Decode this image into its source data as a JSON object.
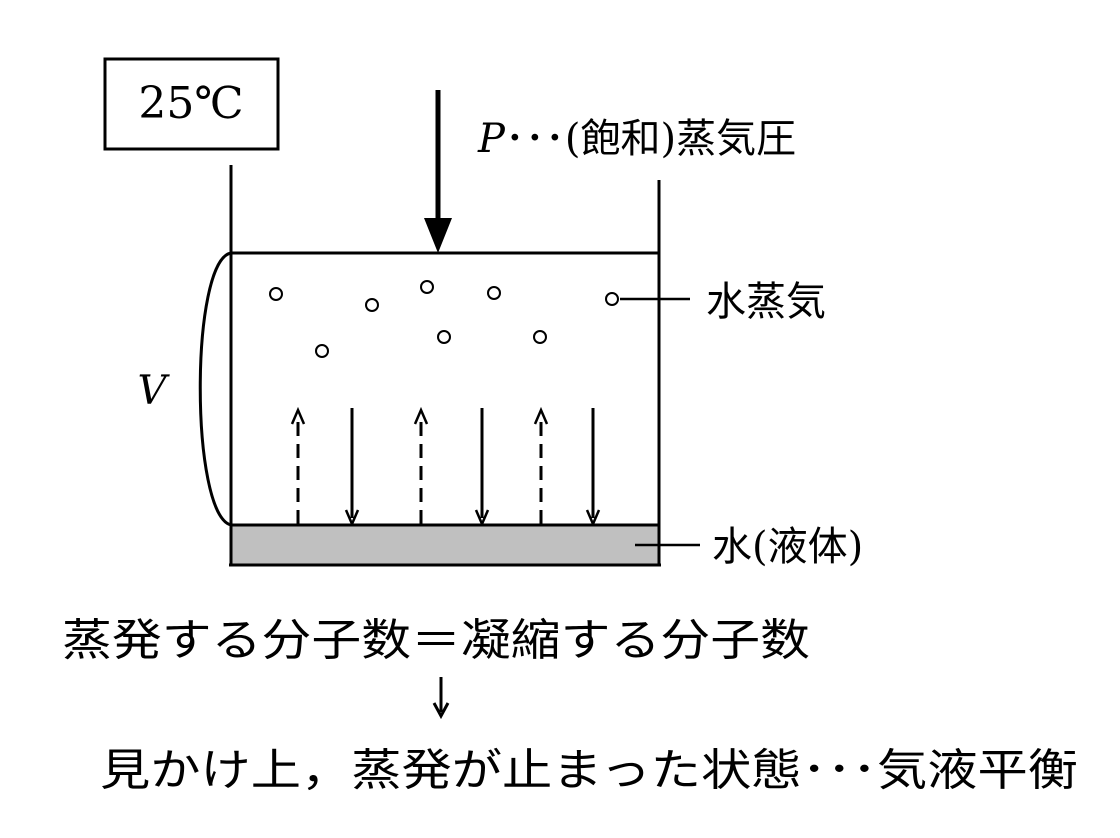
{
  "temperature_label": "25℃",
  "pressure_label": {
    "symbol": "P",
    "text": "･･･(飽和)蒸気圧"
  },
  "volume_label": "V",
  "vapor_label": "水蒸気",
  "liquid_label": "水(液体)",
  "equation_text": "蒸発する分子数＝凝縮する分子数",
  "conclusion_text": "見かけ上，蒸発が止まった状態･･･気液平衡",
  "colors": {
    "line": "#000000",
    "liquid_fill": "#c0c0c0",
    "background": "#ffffff"
  }
}
